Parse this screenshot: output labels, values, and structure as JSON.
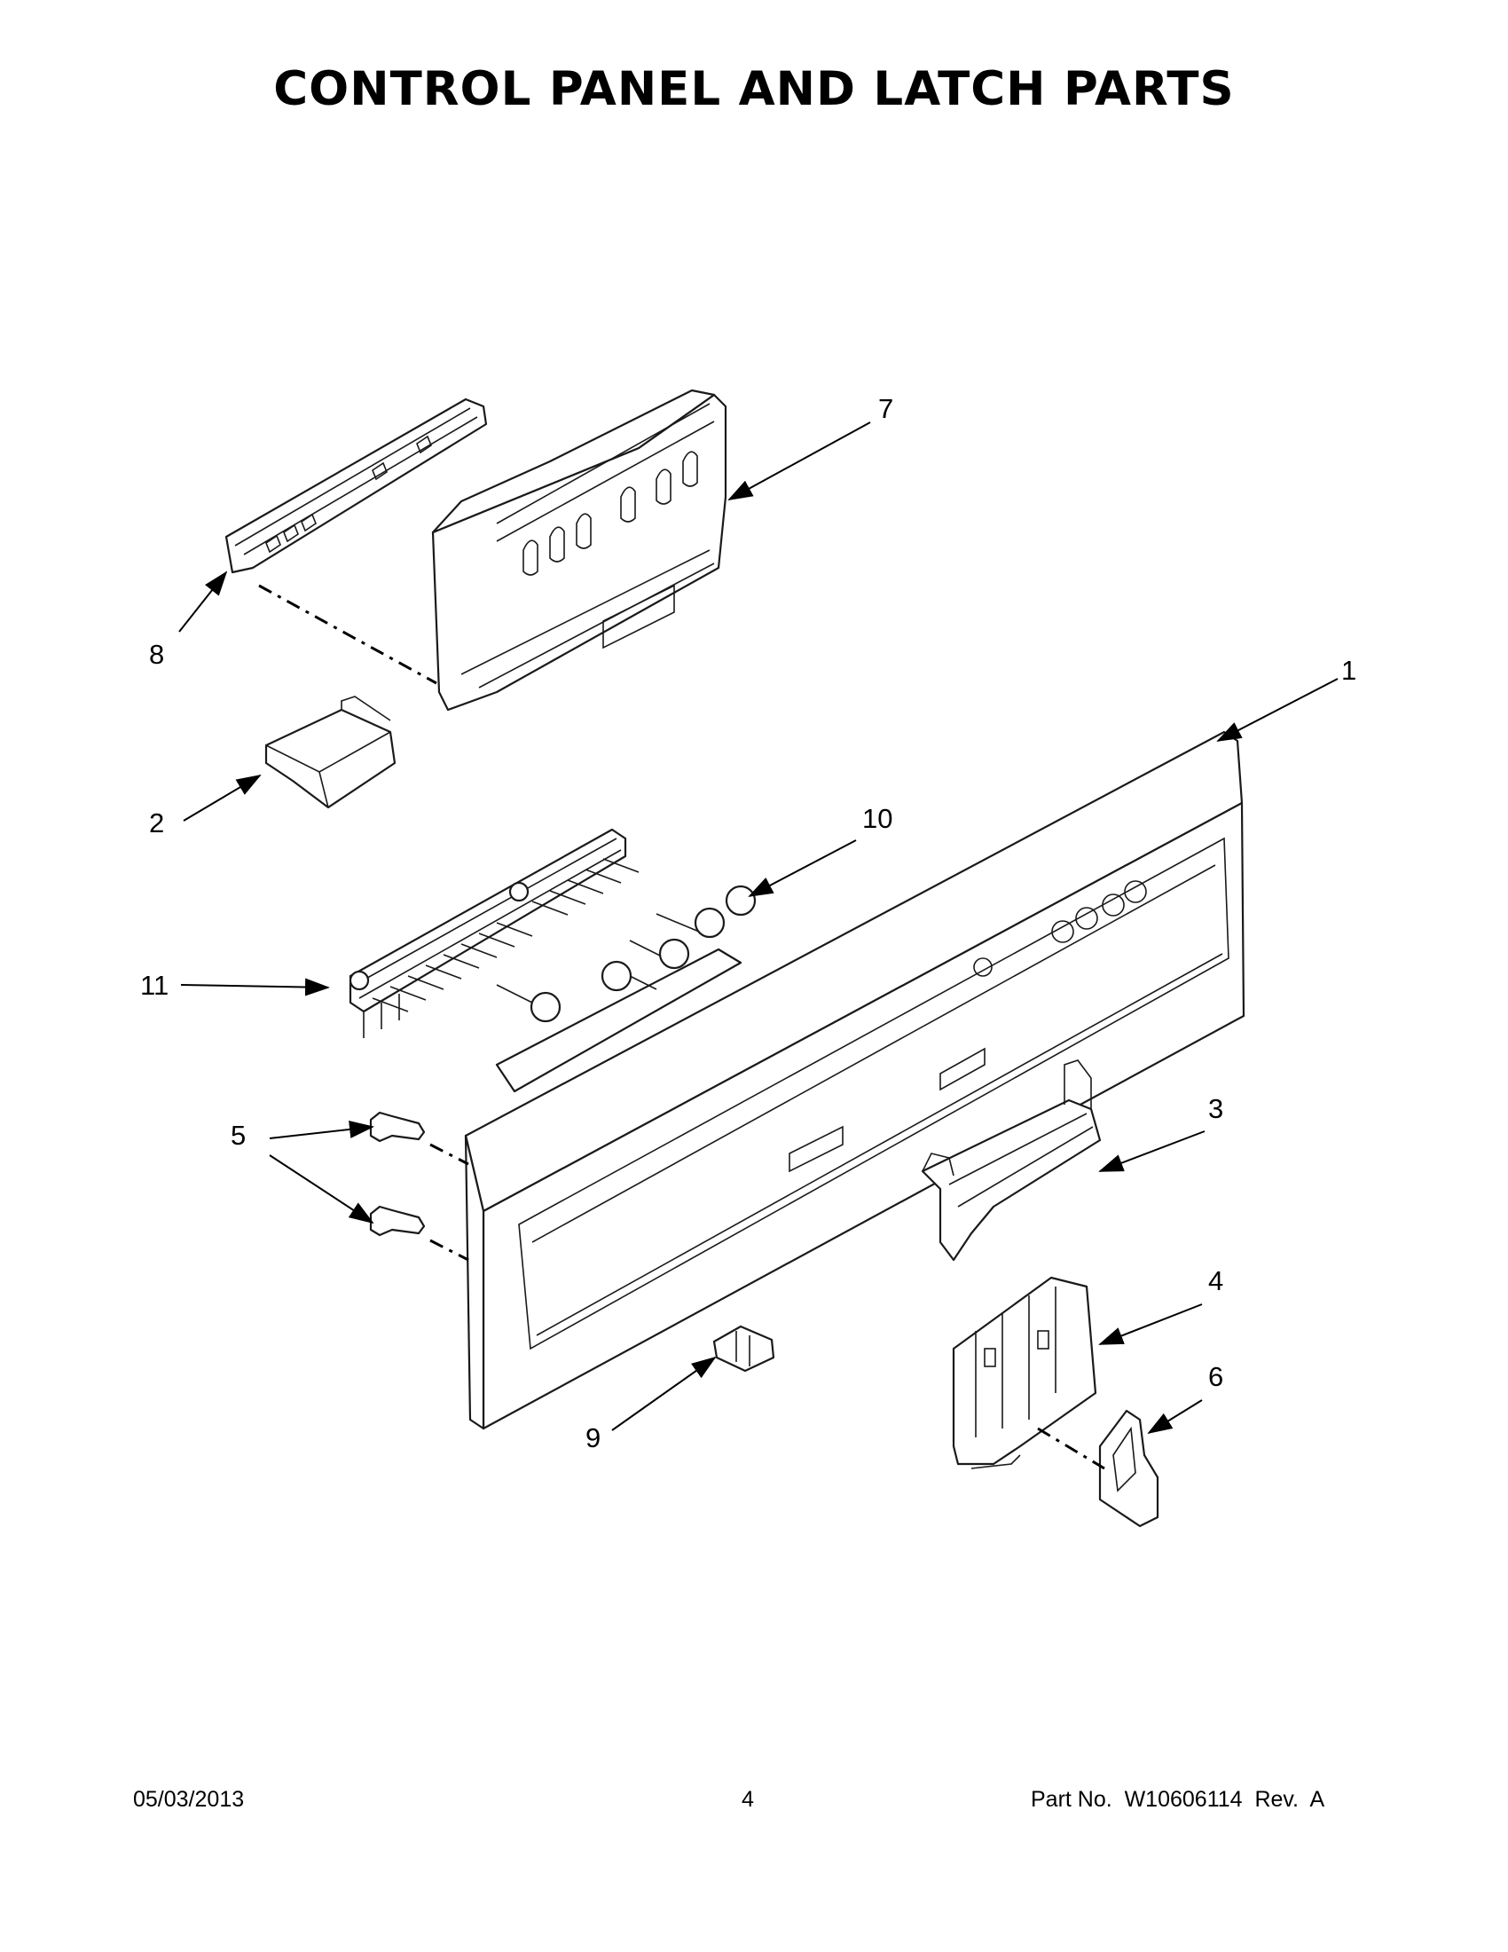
{
  "title": "CONTROL PANEL AND LATCH PARTS",
  "callouts": [
    {
      "id": "1",
      "label": "1"
    },
    {
      "id": "2",
      "label": "2"
    },
    {
      "id": "3",
      "label": "3"
    },
    {
      "id": "4",
      "label": "4"
    },
    {
      "id": "5",
      "label": "5"
    },
    {
      "id": "6",
      "label": "6"
    },
    {
      "id": "7",
      "label": "7"
    },
    {
      "id": "8",
      "label": "8"
    },
    {
      "id": "9",
      "label": "9"
    },
    {
      "id": "10",
      "label": "10"
    },
    {
      "id": "11",
      "label": "11"
    }
  ],
  "footer": {
    "date": "05/03/2013",
    "page": "4",
    "part_no": "Part No.  W10606114  Rev.  A"
  }
}
